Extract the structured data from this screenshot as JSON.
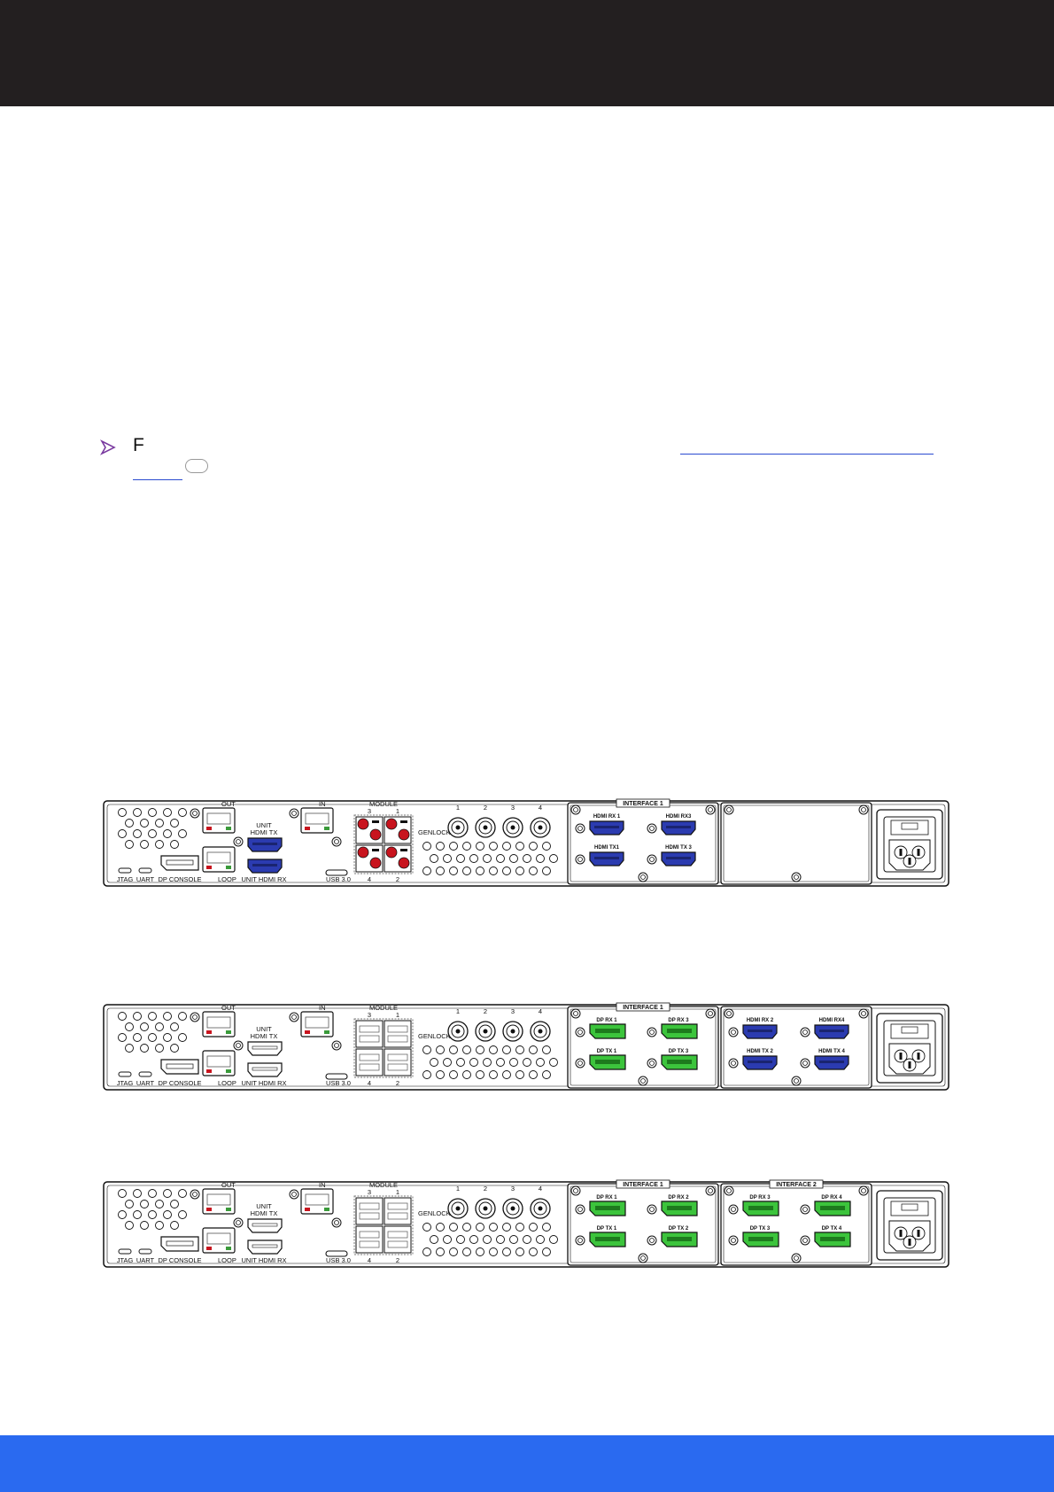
{
  "bullet": {
    "letter": "F"
  },
  "colors": {
    "header": "#231f20",
    "footer": "#2a6af0",
    "hdmi": "#2b3bb0",
    "dp": "#3cc43c",
    "sdi_red": "#c8141e",
    "bullet_arrow": "#7a3aa0"
  },
  "labels": {
    "out": "OUT",
    "in": "IN",
    "loop": "LOOP",
    "jtag": "JTAG",
    "uart": "UART",
    "dp_console": "DP CONSOLE",
    "unit": "UNIT",
    "hdmi_tx": "HDMI TX",
    "unit_hdmi_rx": "UNIT HDMI RX",
    "usb": "USB 3.0",
    "module": "MODULE",
    "genlock": "GENLOCK",
    "mod_3": "3",
    "mod_1": "1",
    "mod_4": "4",
    "mod_2": "2",
    "g1": "1",
    "g2": "2",
    "g3": "3",
    "g4": "4"
  },
  "panels": [
    {
      "interface1_title": "INTERFACE 1",
      "interface2_title": "",
      "if1_ports": [
        "HDMI RX 1",
        "HDMI RX3",
        "HDMI TX1",
        "HDMI TX 3"
      ],
      "if2_ports": []
    },
    {
      "interface1_title": "INTERFACE 1",
      "interface2_title": "",
      "if1_ports": [
        "DP RX 1",
        "DP RX 3",
        "DP TX 1",
        "DP TX 3"
      ],
      "if2_ports": [
        "HDMI RX 2",
        "HDMI RX4",
        "HDMI TX 2",
        "HDMI TX 4"
      ]
    },
    {
      "interface1_title": "INTERFACE 1",
      "interface2_title": "INTERFACE 2",
      "if1_ports": [
        "DP RX 1",
        "DP RX 2",
        "DP TX 1",
        "DP TX 2"
      ],
      "if2_ports": [
        "DP RX 3",
        "DP RX 4",
        "DP TX 3",
        "DP TX 4"
      ]
    }
  ]
}
